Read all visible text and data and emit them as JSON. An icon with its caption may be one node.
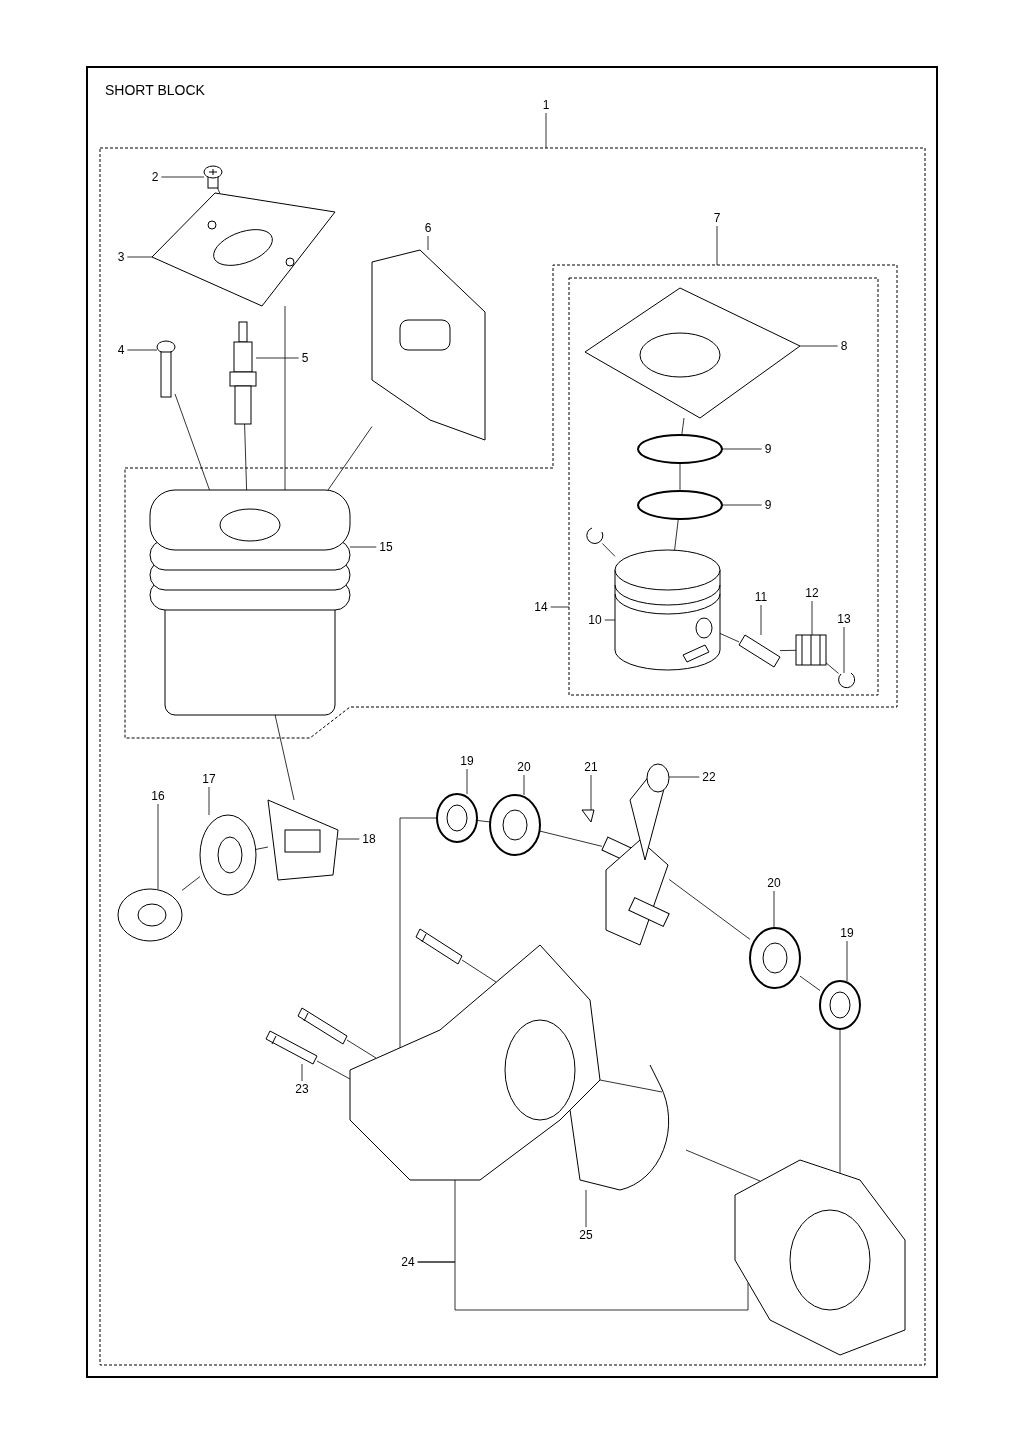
{
  "diagram": {
    "title": "SHORT BLOCK",
    "nodes": [
      {
        "text": [
          "1"
        ]
      },
      {
        "text": [
          "2"
        ]
      },
      {
        "text": [
          "7"
        ]
      },
      {
        "text": [
          "6"
        ]
      },
      {
        "text": [
          "3"
        ]
      },
      {
        "text": [
          "8"
        ]
      },
      {
        "text": [
          "4"
        ]
      },
      {
        "text": [
          "5"
        ]
      },
      {
        "text": [
          "9"
        ]
      },
      {
        "text": [
          "9"
        ]
      },
      {
        "text": [
          "15"
        ]
      },
      {
        "text": [
          "11"
        ]
      },
      {
        "text": [
          "14"
        ]
      },
      {
        "text": [
          "10"
        ]
      },
      {
        "text": [
          "12"
        ]
      },
      {
        "text": [
          "13"
        ]
      },
      {
        "text": [
          "19"
        ]
      },
      {
        "text": [
          "20"
        ]
      },
      {
        "text": [
          "21"
        ]
      },
      {
        "text": [
          "22"
        ]
      },
      {
        "text": [
          "16"
        ]
      },
      {
        "text": [
          "17"
        ]
      },
      {
        "text": [
          "18"
        ]
      },
      {
        "text": [
          "20"
        ]
      },
      {
        "text": [
          "19"
        ]
      },
      {
        "text": [
          "23"
        ]
      },
      {
        "text": [
          "25"
        ]
      },
      {
        "text": [
          "24"
        ]
      },
      {
        "text": [],
        "shape": "picture"
      },
      {
        "text": [],
        "shape": "picture"
      },
      {
        "text": [],
        "shape": "picture"
      },
      {
        "text": [],
        "shape": "picture"
      },
      {
        "text": [],
        "shape": "picture"
      },
      {
        "text": [],
        "shape": "picture"
      },
      {
        "text": [],
        "shape": "picture"
      },
      {
        "text": [],
        "shape": "picture"
      },
      {
        "text": [],
        "shape": "picture"
      },
      {
        "text": [],
        "shape": "picture"
      },
      {
        "text": [],
        "shape": "picture"
      },
      {
        "text": [],
        "shape": "picture"
      },
      {
        "text": [],
        "shape": "picture"
      },
      {
        "text": [],
        "shape": "picture"
      },
      {
        "text": [],
        "shape": "picture"
      },
      {
        "text": [],
        "shape": "picture"
      },
      {
        "text": [],
        "shape": "picture"
      },
      {
        "text": [],
        "shape": "picture"
      },
      {
        "text": [],
        "shape": "picture"
      },
      {
        "text": [],
        "shape": "picture"
      },
      {
        "text": [],
        "shape": "picture"
      },
      {
        "text": [],
        "shape": "picture"
      },
      {
        "text": [],
        "shape": "picture"
      },
      {
        "text": [],
        "shape": "picture"
      },
      {
        "text": [],
        "shape": "picture"
      },
      {
        "text": [],
        "shape": "picture"
      },
      {
        "text": [],
        "shape": "picture"
      },
      {
        "text": [],
        "shape": "picture"
      },
      {
        "text": [],
        "shape": "picture"
      }
    ],
    "edges": [
      {
        "from": 0,
        "to": null,
        "arrow": "none"
      },
      {
        "from": 1,
        "to": 28,
        "arrow": "none"
      },
      {
        "from": 2,
        "to": null,
        "arrow": "none"
      },
      {
        "from": 3,
        "to": 30,
        "arrow": "none"
      },
      {
        "from": 4,
        "to": 29,
        "arrow": "none"
      },
      {
        "from": 5,
        "to": 33,
        "arrow": "none"
      },
      {
        "from": 6,
        "to": 31,
        "arrow": "none"
      },
      {
        "from": 7,
        "to": 32,
        "arrow": "none"
      },
      {
        "from": 8,
        "to": 34,
        "arrow": "none"
      },
      {
        "from": 9,
        "to": 35,
        "arrow": "none"
      },
      {
        "from": 10,
        "to": 36,
        "arrow": "none"
      },
      {
        "from": 11,
        "to": 39,
        "arrow": "none"
      },
      {
        "from": 12,
        "to": null,
        "arrow": "none"
      },
      {
        "from": 13,
        "to": 38,
        "arrow": "none"
      },
      {
        "from": 14,
        "to": 40,
        "arrow": "none"
      },
      {
        "from": 15,
        "to": 41,
        "arrow": "none"
      },
      {
        "from": 16,
        "to": 42,
        "arrow": "none"
      },
      {
        "from": 17,
        "to": 43,
        "arrow": "none"
      },
      {
        "from": 18,
        "to": 44,
        "arrow": "none"
      },
      {
        "from": 19,
        "to": 45,
        "arrow": "none"
      },
      {
        "from": 20,
        "to": 46,
        "arrow": "none"
      },
      {
        "from": 21,
        "to": 47,
        "arrow": "none"
      },
      {
        "from": 22,
        "to": 48,
        "arrow": "none"
      },
      {
        "from": 23,
        "to": 49,
        "arrow": "none"
      },
      {
        "from": 24,
        "to": 50,
        "arrow": "none"
      },
      {
        "from": 25,
        "to": 53,
        "arrow": "none"
      },
      {
        "from": 26,
        "to": 55,
        "arrow": "none"
      },
      {
        "from": 27,
        "to": 54,
        "arrow": "none"
      },
      {
        "from": 27,
        "to": 56,
        "arrow": "none"
      },
      {
        "from": 28,
        "to": 29,
        "arrow": "none"
      },
      {
        "from": 29,
        "to": 36,
        "arrow": "none"
      },
      {
        "from": 31,
        "to": 36,
        "arrow": "none"
      },
      {
        "from": 32,
        "to": 36,
        "arrow": "none"
      },
      {
        "from": 30,
        "to": 36,
        "arrow": "none"
      },
      {
        "from": 33,
        "to": 34,
        "arrow": "none"
      },
      {
        "from": 34,
        "to": 35,
        "arrow": "none"
      },
      {
        "from": 35,
        "to": 38,
        "arrow": "none"
      },
      {
        "from": 37,
        "to": 38,
        "arrow": "none"
      },
      {
        "from": 38,
        "to": 39,
        "arrow": "none"
      },
      {
        "from": 39,
        "to": 40,
        "arrow": "none"
      },
      {
        "from": 40,
        "to": 41,
        "arrow": "none"
      },
      {
        "from": 36,
        "to": 48,
        "arrow": "none"
      },
      {
        "from": 46,
        "to": 47,
        "arrow": "none"
      },
      {
        "from": 47,
        "to": 48,
        "arrow": "none"
      },
      {
        "from": 42,
        "to": 43,
        "arrow": "none"
      },
      {
        "from": 43,
        "to": 45,
        "arrow": "none"
      },
      {
        "from": 45,
        "to": 49,
        "arrow": "none"
      },
      {
        "from": 49,
        "to": 50,
        "arrow": "none"
      },
      {
        "from": 42,
        "to": 54,
        "arrow": "none"
      },
      {
        "from": 50,
        "to": 56,
        "arrow": "none"
      },
      {
        "from": 51,
        "to": 54,
        "arrow": "none"
      },
      {
        "from": 52,
        "to": 54,
        "arrow": "none"
      },
      {
        "from": 53,
        "to": 54,
        "arrow": "none"
      },
      {
        "from": 54,
        "to": 55,
        "arrow": "none"
      },
      {
        "from": 55,
        "to": 56,
        "arrow": "none"
      }
    ]
  }
}
